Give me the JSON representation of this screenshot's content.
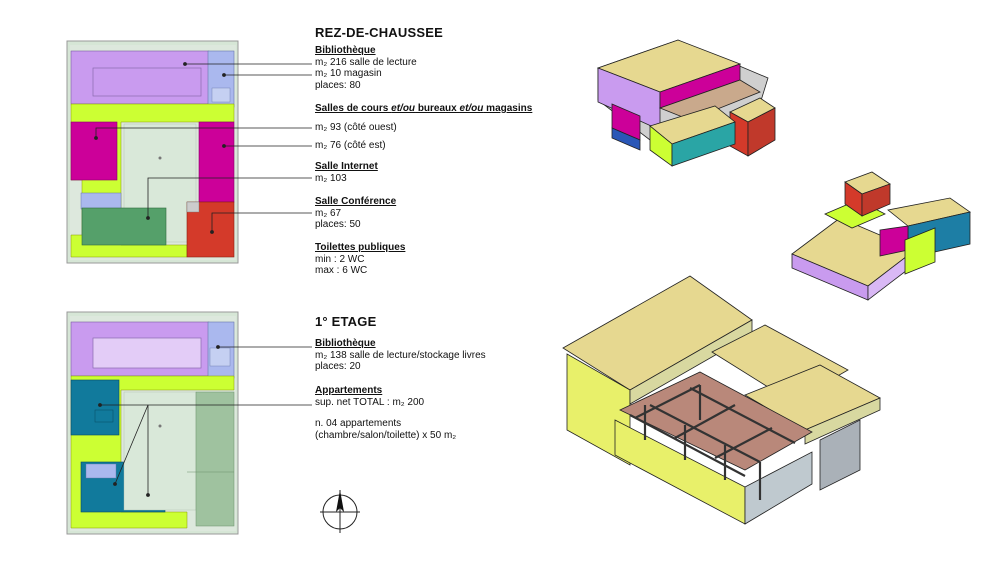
{
  "ground": {
    "heading": "REZ-DE-CHAUSSEE",
    "bibliotheque": {
      "title": "Bibliothèque",
      "line1": "m₂ 216  salle de lecture",
      "line2": "m₂ 10  magasin",
      "line3": "places: 80"
    },
    "salles": {
      "title_a": "Salles de cours ",
      "title_b": "et/ou",
      "title_c": " bureaux ",
      "title_d": "et/ou",
      "title_e": " magasins",
      "line1": "m₂ 93 (côté ouest)",
      "line2": "m₂ 76 (côté est)"
    },
    "internet": {
      "title": "Salle Internet",
      "line1": "m₂ 103"
    },
    "conference": {
      "title": "Salle Conférence",
      "line1": "m₂ 67",
      "line2": "places: 50"
    },
    "toilettes": {
      "title": "Toilettes publiques",
      "line1": "min : 2 WC",
      "line2": "max : 6 WC"
    }
  },
  "first": {
    "heading": "1° ETAGE",
    "bibliotheque": {
      "title": "Bibliothèque",
      "line1": "m₂ 138  salle de lecture/stockage livres",
      "line2": "places: 20"
    },
    "appartements": {
      "title": "Appartements",
      "line1": "sup. net TOTAL : m₂ 200",
      "line2": "n. 04 appartements",
      "line3": "(chambre/salon/toilette) x 50 m₂"
    }
  },
  "colors": {
    "library": "#c99bef",
    "corridor": "#ccff33",
    "classroom": "#cc0099",
    "internet": "#55a06a",
    "conference": "#d43a2a",
    "apartments": "#117a9c",
    "courtyard": "#d9e8d9",
    "roof": "#e6d890"
  }
}
